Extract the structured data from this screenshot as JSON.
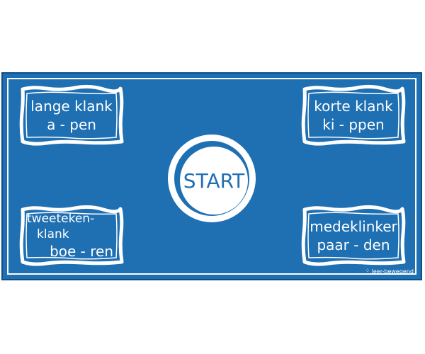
{
  "board": {
    "background_color": "#1f6fb3",
    "tiles": [
      {
        "lines": [
          "lange klank",
          "a - pen"
        ]
      },
      {
        "lines": [
          "korte klank",
          "ki - ppen"
        ]
      },
      {
        "lines": [
          "tweeteken-",
          "klank",
          "boe - ren"
        ]
      },
      {
        "lines": [
          "medeklinker",
          "paar - den"
        ]
      }
    ],
    "start_label": "START",
    "logo_text": "leer-bewegend",
    "logo_icon": "dots-icon"
  }
}
